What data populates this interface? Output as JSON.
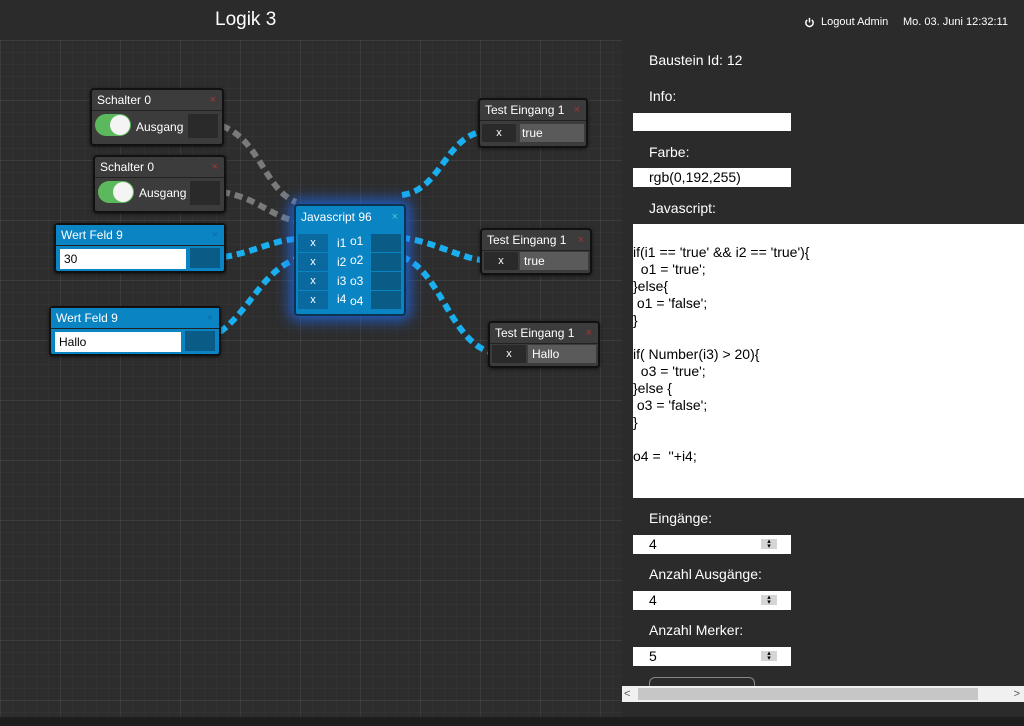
{
  "header": {
    "title": "Logik 3",
    "logout": "Logout Admin",
    "datetime": "Mo. 03. Juni 12:32:11"
  },
  "nodes": {
    "schalter1": {
      "title": "Schalter 0",
      "output": "Ausgang",
      "close": "×"
    },
    "schalter2": {
      "title": "Schalter 0",
      "output": "Ausgang",
      "close": "×"
    },
    "wert1": {
      "title": "Wert Feld 9",
      "value": "30",
      "close": "×"
    },
    "wert2": {
      "title": "Wert Feld 9",
      "value": "Hallo",
      "close": "×"
    },
    "javascript": {
      "title": "Javascript 96",
      "close": "×",
      "inputs": [
        "i1",
        "i2",
        "i3",
        "i4"
      ],
      "outputs": [
        "o1",
        "o2",
        "o3",
        "o4"
      ],
      "x": "x"
    },
    "test1": {
      "title": "Test Eingang 1",
      "x": "x",
      "value": "true",
      "close": "×"
    },
    "test2": {
      "title": "Test Eingang 1",
      "x": "x",
      "value": "true",
      "close": "×"
    },
    "test3": {
      "title": "Test Eingang 1",
      "x": "x",
      "value": "Hallo",
      "close": "×"
    }
  },
  "panel": {
    "baustein": "Baustein Id: 12",
    "info_label": "Info:",
    "info_value": "",
    "farbe_label": "Farbe:",
    "farbe_value": "rgb(0,192,255)",
    "js_label": "Javascript:",
    "code": "if(i1 == 'true' && i2 == 'true'){\n  o1 = 'true';\n}else{\n o1 = 'false';\n}\n\nif( Number(i3) > 20){\n  o3 = 'true';\n}else {\n o3 = 'false';\n}\n\no4 =  ''+i4;",
    "eingaenge_label": "Eingänge:",
    "eingaenge_value": "4",
    "ausgaenge_label": "Anzahl Ausgänge:",
    "ausgaenge_value": "4",
    "merker_label": "Anzahl Merker:",
    "merker_value": "5"
  },
  "colors": {
    "wire_active": "#1ab0f0",
    "wire_inactive": "#7a7a7a",
    "node_blue": "#0b84c4",
    "toggle_on": "#5cb85c"
  },
  "icons": {
    "power": "power-icon",
    "spinner": "spinner-icon",
    "scroll_left": "chevron-left-icon",
    "scroll_right": "chevron-right-icon"
  }
}
